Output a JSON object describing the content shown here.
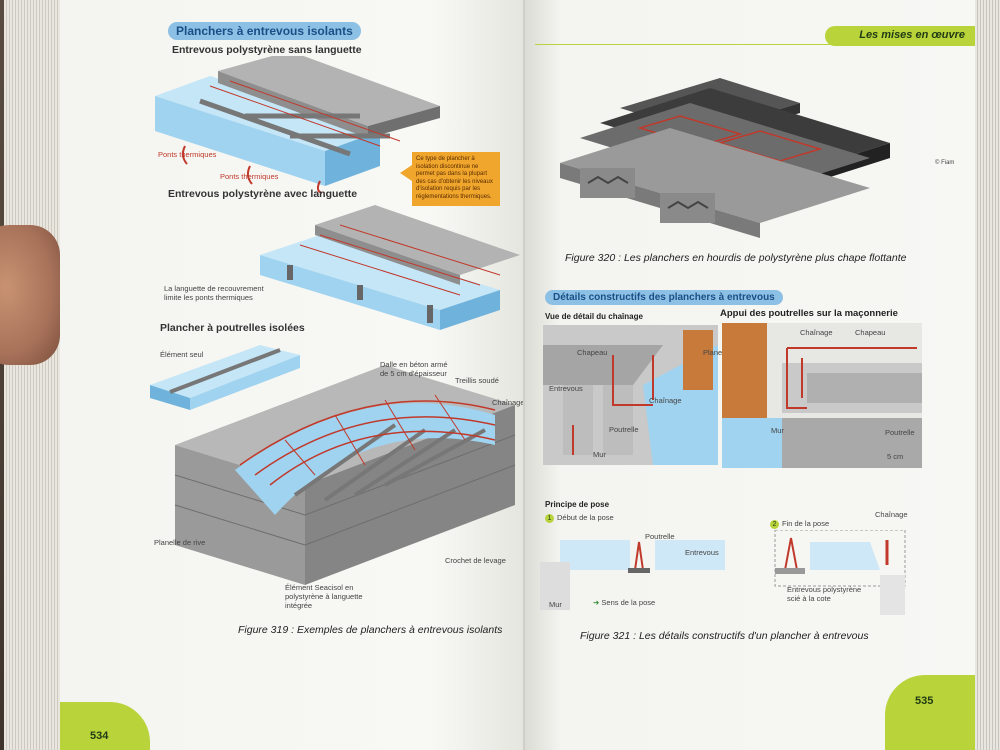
{
  "left_page": {
    "section_title": "Planchers à entrevous isolants",
    "sub1": "Entrevous polystyrène sans languette",
    "ponts1": "Ponts thermiques",
    "ponts2": "Ponts thermiques",
    "note": "Ce type de plancher à isolation discontinue ne permet pas dans la plupart des cas d'obtenir les niveaux d'isolation requis par les réglementations thermiques.",
    "sub2": "Entrevous polystyrène avec languette",
    "languette": "La languette de recouvrement limite les ponts thermiques",
    "sub3": "Plancher à poutrelles isolées",
    "element_seul": "Élément seul",
    "dalle": "Dalle en béton armé de 5 cm d'épaisseur",
    "treillis": "Treillis soudé",
    "chainage": "Chaînage",
    "planelle": "Planelle de rive",
    "seacisol": "Élément Seacisol en polystyrène à languette intégrée",
    "crochet": "Crochet de levage",
    "caption": "Figure 319 : Exemples de planchers à entrevous isolants",
    "page_number": "534"
  },
  "right_page": {
    "header": "Les mises en œuvre",
    "caption_320": "Figure 320 : Les planchers en hourdis de polystyrène plus chape flottante",
    "credit": "© Fiam",
    "section_title": "Détails constructifs des planchers à entrevous",
    "vue_chainage": "Vue de détail du chaînage",
    "appui": "Appui des poutrelles sur la maçonnerie",
    "chapeau": "Chapeau",
    "planelle": "Planelle",
    "entrevous": "Entrevous",
    "chainage": "Chaînage",
    "poutrelle": "Poutrelle",
    "mur": "Mur",
    "chainage2": "Chaînage",
    "chapeau2": "Chapeau",
    "mur2": "Mur",
    "poutrelle2": "Poutrelle",
    "cote": "5 cm",
    "principe": "Principe de pose",
    "debut": "Début de la pose",
    "fin": "Fin de la pose",
    "step1": "1",
    "step2": "2",
    "pose_poutrelle": "Poutrelle",
    "pose_entrevous": "Entrevous",
    "pose_chainage": "Chaînage",
    "pose_mur": "Mur",
    "sens": "Sens de la pose",
    "scie": "Entrevous polystyrène scié à la cote",
    "caption_321": "Figure 321 : Les détails constructifs d'un plancher à entrevous",
    "page_number": "535"
  },
  "colors": {
    "accent_green": "#b9d33a",
    "pill_blue": "#8cc0e4",
    "polystyrene_blue": "#9fd3f0",
    "steel_red": "#c0392b",
    "concrete_gray": "#9a9a9a"
  }
}
